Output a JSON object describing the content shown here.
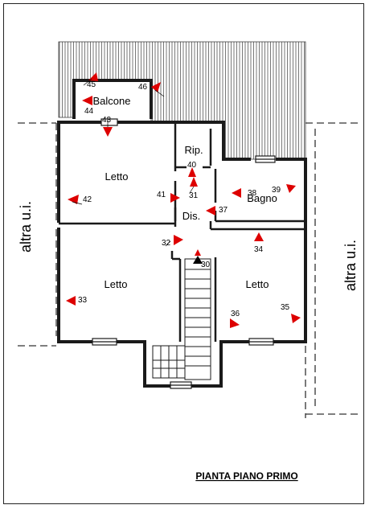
{
  "drawing": {
    "title": "PIANTA PIANO PRIMO",
    "neighbor_left": "altra u.i.",
    "neighbor_right": "altra u.i.",
    "rooms": {
      "balcone": "Balcone",
      "letto_nw": "Letto",
      "rip": "Rip.",
      "bagno": "Bagno",
      "dis": "Dis.",
      "letto_sw": "Letto",
      "letto_se": "Letto"
    },
    "markers": [
      {
        "id": "m45",
        "label": "45",
        "color": "#dd0000"
      },
      {
        "id": "m46",
        "label": "46",
        "color": "#dd0000"
      },
      {
        "id": "m44",
        "label": "44",
        "color": "#dd0000"
      },
      {
        "id": "m43",
        "label": "43",
        "color": "#dd0000"
      },
      {
        "id": "m40",
        "label": "40",
        "color": "#dd0000"
      },
      {
        "id": "m31",
        "label": "31",
        "color": "#dd0000"
      },
      {
        "id": "m41",
        "label": "41",
        "color": "#dd0000"
      },
      {
        "id": "m42",
        "label": "42",
        "color": "#dd0000"
      },
      {
        "id": "m38",
        "label": "38",
        "color": "#dd0000"
      },
      {
        "id": "m39",
        "label": "39",
        "color": "#dd0000"
      },
      {
        "id": "m37",
        "label": "37",
        "color": "#dd0000"
      },
      {
        "id": "m32",
        "label": "32",
        "color": "#dd0000"
      },
      {
        "id": "m34",
        "label": "34",
        "color": "#dd0000"
      },
      {
        "id": "m30",
        "label": "30",
        "color": "#000000"
      },
      {
        "id": "m33",
        "label": "33",
        "color": "#dd0000"
      },
      {
        "id": "m36",
        "label": "36",
        "color": "#dd0000"
      },
      {
        "id": "m35",
        "label": "35",
        "color": "#dd0000"
      }
    ]
  }
}
